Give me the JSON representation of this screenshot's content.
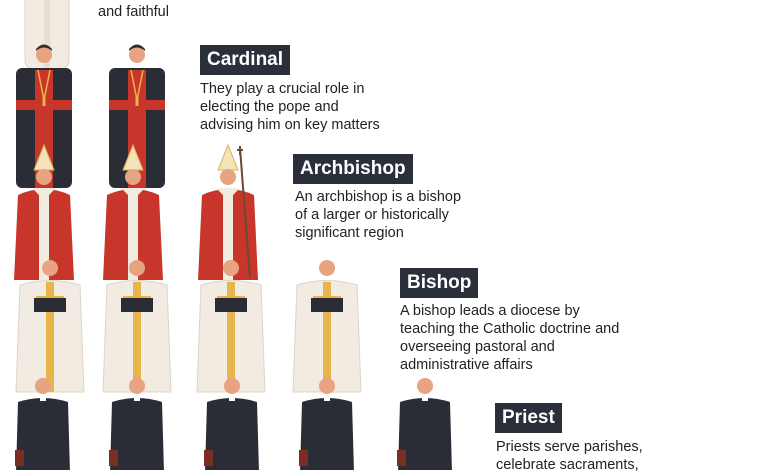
{
  "top_text": "and faithful",
  "ranks": [
    {
      "id": "cardinal",
      "title": "Cardinal",
      "description": "They play a crucial role in\nelecting the pope and\nadvising him on key matters"
    },
    {
      "id": "archbishop",
      "title": "Archbishop",
      "description": "An archbishop is a bishop\nof a larger or historically\nsignificant region"
    },
    {
      "id": "bishop",
      "title": "Bishop",
      "description": "A bishop leads a diocese by\nteaching the Catholic doctrine and\noverseeing pastoral and\nadministrative affairs"
    },
    {
      "id": "priest",
      "title": "Priest",
      "description": "Priests serve parishes,\ncelebrate sacraments,"
    }
  ],
  "colors": {
    "label_bg": "#2b2f3a",
    "cassock_black": "#2a2d36",
    "cardinal_red": "#c8352b",
    "bishop_cream": "#f1ebe2",
    "stole_gold": "#e8b54a",
    "skin": "#e8a383"
  }
}
